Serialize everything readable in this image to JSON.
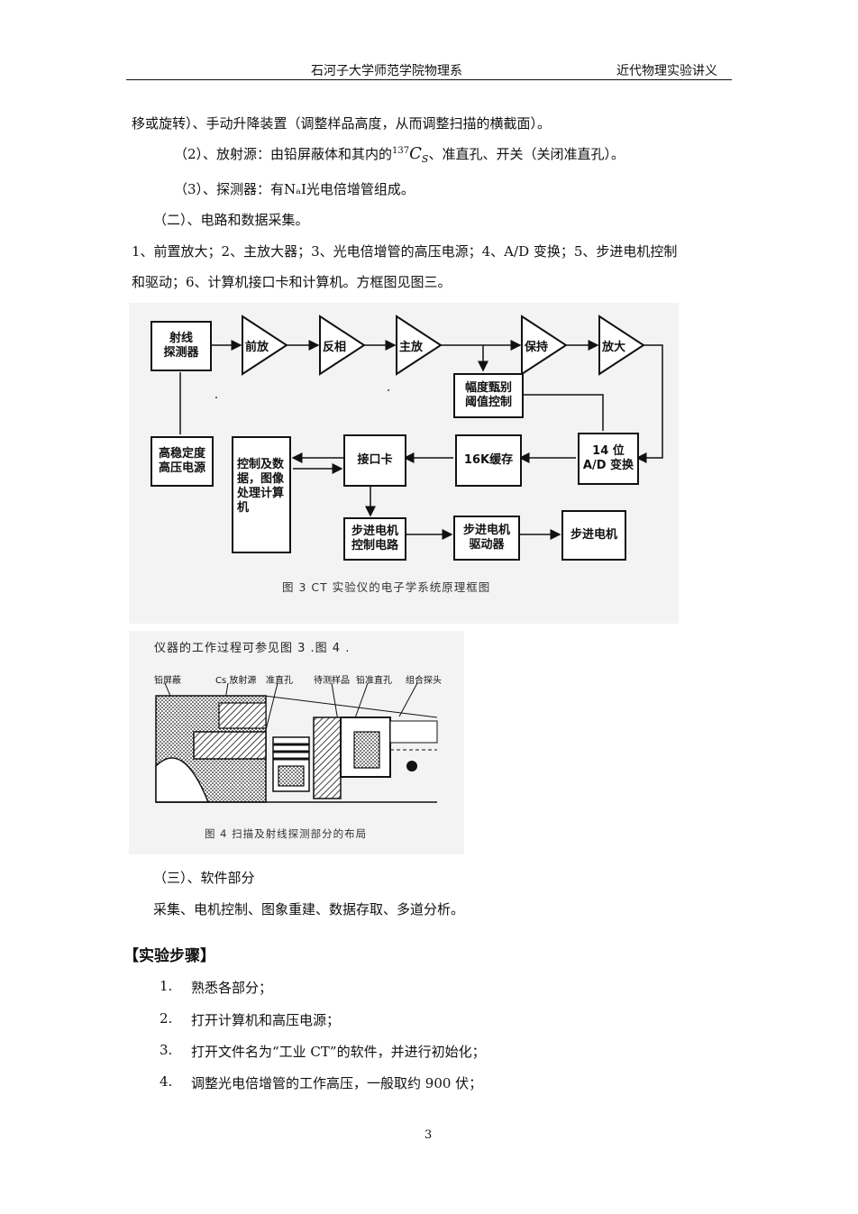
{
  "header": {
    "left": "石河子大学师范学院物理系",
    "right": "近代物理实验讲义"
  },
  "body": {
    "line1": "移或旋转）、手动升降装置（调整样品高度，从而调整扫描的横截面）。",
    "line2_pre": "（2）、放射源：由铅屏蔽体和其内的",
    "line2_sup": "137",
    "line2_c": "C",
    "line2_sub": "S",
    "line2_post": "、准直孔、开关（关闭准直孔）。",
    "line3": "（3）、探测器：有NₐI光电倍增管组成。",
    "line4": "（二）、电路和数据采集。",
    "line5": "1、前置放大；2、主放大器；3、光电倍增管的高压电源；4、A/D 变换；5、步进电机控制",
    "line6": "和驱动；6、计算机接口卡和计算机。方框图见图三。"
  },
  "figure3": {
    "detector": "射线\n探测器",
    "preamp": "前放",
    "inverter": "反相",
    "mainamp": "主放",
    "hold": "保持",
    "amp": "放大",
    "discriminator": "幅度甄别\n阈值控制",
    "hv": "高稳定度\n高压电源",
    "computer": "控制及数\n据，图像\n处理计算\n机",
    "interface": "接口卡",
    "buffer": "16K缓存",
    "adc": "14 位\nA/D 变换",
    "motor_ctrl": "步进电机\n控制电路",
    "motor_driver": "步进电机\n驱动器",
    "motor": "步进电机",
    "caption": "图 3    CT 实验仪的电子学系统原理框图"
  },
  "figure4": {
    "intro": "仪器的工作过程可参见图 3 .图 4 .",
    "labels": [
      "铅屏蔽",
      "Cs 放射源",
      "准直孔",
      "待测样品",
      "铅准直孔",
      "组合探头"
    ],
    "caption": "图 4    扫描及射线探测部分的布局"
  },
  "software": {
    "title": "（三）、软件部分",
    "text": "采集、电机控制、图象重建、数据存取、多道分析。"
  },
  "steps": {
    "heading": "【实验步骤】",
    "items": [
      {
        "num": "1.",
        "text": "熟悉各部分；"
      },
      {
        "num": "2.",
        "text": "打开计算机和高压电源；"
      },
      {
        "num": "3.",
        "text": "打开文件名为“工业 CT”的软件，并进行初始化；"
      },
      {
        "num": "4.",
        "text": "调整光电倍增管的工作高压，一般取约 900 伏；"
      }
    ]
  },
  "page_number": "3"
}
